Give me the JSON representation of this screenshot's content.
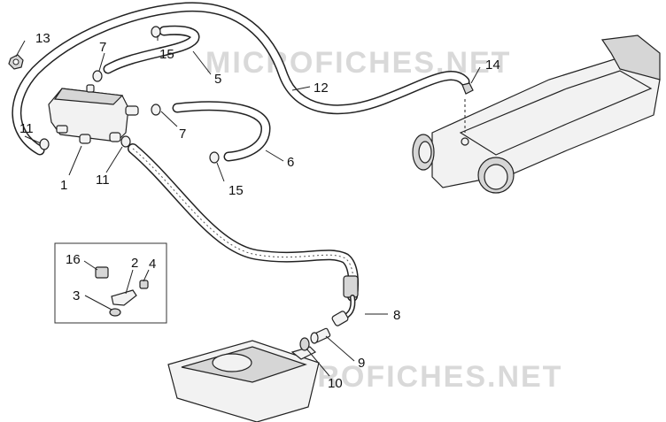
{
  "watermark": {
    "top": "MICROFICHES.NET",
    "bottom": "MICROFICHES.NET"
  },
  "callouts": {
    "c1": "1",
    "c2": "2",
    "c3": "3",
    "c4": "4",
    "c5": "5",
    "c6": "6",
    "c7a": "7",
    "c7b": "7",
    "c8": "8",
    "c9": "9",
    "c10": "10",
    "c11a": "11",
    "c11b": "11",
    "c12": "12",
    "c13": "13",
    "c14": "14",
    "c15a": "15",
    "c15b": "15",
    "c16": "16"
  }
}
